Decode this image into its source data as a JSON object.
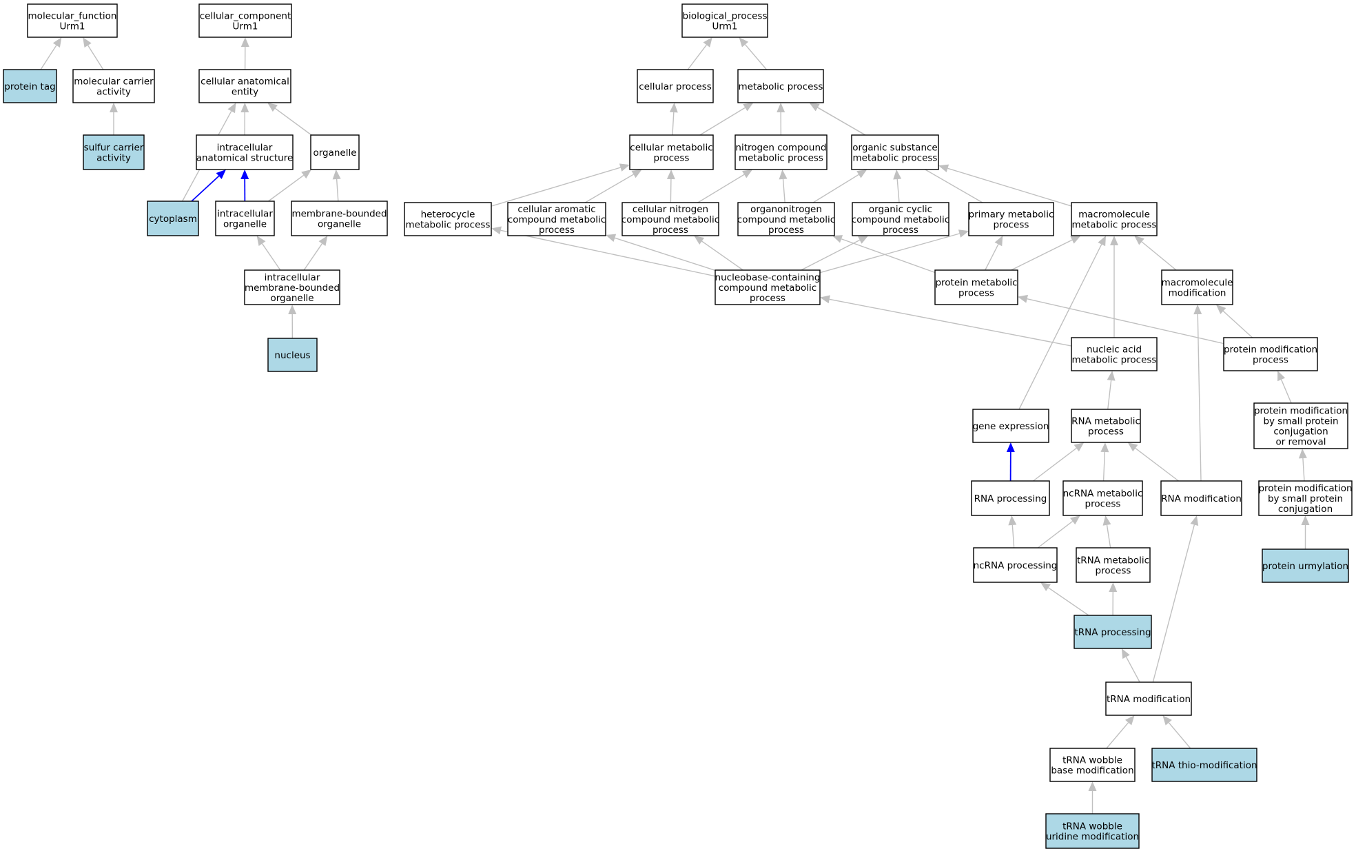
{
  "colors": {
    "highlight_fill": "#add8e6",
    "node_fill": "#ffffff",
    "node_border": "#000000",
    "edge_gray": "#c0c0c0",
    "edge_blue": "#0000ff"
  },
  "nodes": [
    {
      "id": "mf",
      "lines": [
        "molecular_function",
        "Urm1"
      ]
    },
    {
      "id": "cc",
      "lines": [
        "cellular_component",
        "Urm1"
      ]
    },
    {
      "id": "bp",
      "lines": [
        "biological_process",
        "Urm1"
      ]
    },
    {
      "id": "ptag",
      "lines": [
        "protein tag"
      ],
      "highlight": true
    },
    {
      "id": "mca",
      "lines": [
        "molecular carrier",
        "activity"
      ]
    },
    {
      "id": "sca",
      "lines": [
        "sulfur carrier",
        "activity"
      ],
      "highlight": true
    },
    {
      "id": "cae",
      "lines": [
        "cellular anatomical",
        "entity"
      ]
    },
    {
      "id": "ias",
      "lines": [
        "intracellular",
        "anatomical structure"
      ]
    },
    {
      "id": "org",
      "lines": [
        "organelle"
      ]
    },
    {
      "id": "cyt",
      "lines": [
        "cytoplasm"
      ],
      "highlight": true
    },
    {
      "id": "io",
      "lines": [
        "intracellular",
        "organelle"
      ]
    },
    {
      "id": "mbo",
      "lines": [
        "membrane-bounded",
        "organelle"
      ]
    },
    {
      "id": "imbo",
      "lines": [
        "intracellular",
        "membrane-bounded",
        "organelle"
      ]
    },
    {
      "id": "nuc",
      "lines": [
        "nucleus"
      ],
      "highlight": true
    },
    {
      "id": "cp",
      "lines": [
        "cellular process"
      ]
    },
    {
      "id": "mp",
      "lines": [
        "metabolic process"
      ]
    },
    {
      "id": "cmp",
      "lines": [
        "cellular metabolic",
        "process"
      ]
    },
    {
      "id": "ncmp",
      "lines": [
        "nitrogen compound",
        "metabolic process"
      ]
    },
    {
      "id": "osmp",
      "lines": [
        "organic substance",
        "metabolic process"
      ]
    },
    {
      "id": "hmp",
      "lines": [
        "heterocycle",
        "metabolic process"
      ]
    },
    {
      "id": "cacmp",
      "lines": [
        "cellular aromatic",
        "compound metabolic",
        "process"
      ]
    },
    {
      "id": "cncmp",
      "lines": [
        "cellular nitrogen",
        "compound metabolic",
        "process"
      ]
    },
    {
      "id": "oncmp",
      "lines": [
        "organonitrogen",
        "compound metabolic",
        "process"
      ]
    },
    {
      "id": "occmp",
      "lines": [
        "organic cyclic",
        "compound metabolic",
        "process"
      ]
    },
    {
      "id": "pmp",
      "lines": [
        "primary metabolic",
        "process"
      ]
    },
    {
      "id": "macmp",
      "lines": [
        "macromolecule",
        "metabolic process"
      ]
    },
    {
      "id": "nbccmp",
      "lines": [
        "nucleobase-containing",
        "compound metabolic",
        "process"
      ]
    },
    {
      "id": "protmp",
      "lines": [
        "protein metabolic",
        "process"
      ]
    },
    {
      "id": "macmod",
      "lines": [
        "macromolecule",
        "modification"
      ]
    },
    {
      "id": "namp",
      "lines": [
        "nucleic acid",
        "metabolic process"
      ]
    },
    {
      "id": "pmodp",
      "lines": [
        "protein modification",
        "process"
      ]
    },
    {
      "id": "ge",
      "lines": [
        "gene expression"
      ]
    },
    {
      "id": "rnamp",
      "lines": [
        "RNA metabolic",
        "process"
      ]
    },
    {
      "id": "pmsp",
      "lines": [
        "protein modification",
        "by small protein",
        "conjugation",
        "or removal"
      ]
    },
    {
      "id": "rnap",
      "lines": [
        "RNA processing"
      ]
    },
    {
      "id": "ncrnamp",
      "lines": [
        "ncRNA metabolic",
        "process"
      ]
    },
    {
      "id": "rnamod",
      "lines": [
        "RNA modification"
      ]
    },
    {
      "id": "pmspc",
      "lines": [
        "protein modification",
        "by small protein",
        "conjugation"
      ]
    },
    {
      "id": "ncrnap",
      "lines": [
        "ncRNA processing"
      ]
    },
    {
      "id": "trnamp",
      "lines": [
        "tRNA metabolic",
        "process"
      ]
    },
    {
      "id": "purm",
      "lines": [
        "protein urmylation"
      ],
      "highlight": true
    },
    {
      "id": "trnap",
      "lines": [
        "tRNA processing"
      ],
      "highlight": true
    },
    {
      "id": "trnamod",
      "lines": [
        "tRNA modification"
      ]
    },
    {
      "id": "twbm",
      "lines": [
        "tRNA wobble",
        "base modification"
      ]
    },
    {
      "id": "ttm",
      "lines": [
        "tRNA thio-modification"
      ],
      "highlight": true
    },
    {
      "id": "twum",
      "lines": [
        "tRNA wobble",
        "uridine modification"
      ],
      "highlight": true
    }
  ],
  "edges": [
    {
      "from": "ptag",
      "to": "mf"
    },
    {
      "from": "mca",
      "to": "mf"
    },
    {
      "from": "sca",
      "to": "mca"
    },
    {
      "from": "cae",
      "to": "cc"
    },
    {
      "from": "ias",
      "to": "cae"
    },
    {
      "from": "org",
      "to": "cae"
    },
    {
      "from": "cyt",
      "to": "cae"
    },
    {
      "from": "cyt",
      "to": "ias",
      "color": "blue"
    },
    {
      "from": "io",
      "to": "ias",
      "color": "blue"
    },
    {
      "from": "io",
      "to": "org"
    },
    {
      "from": "mbo",
      "to": "org"
    },
    {
      "from": "imbo",
      "to": "io"
    },
    {
      "from": "imbo",
      "to": "mbo"
    },
    {
      "from": "nuc",
      "to": "imbo"
    },
    {
      "from": "cp",
      "to": "bp"
    },
    {
      "from": "mp",
      "to": "bp"
    },
    {
      "from": "cmp",
      "to": "cp"
    },
    {
      "from": "cmp",
      "to": "mp"
    },
    {
      "from": "ncmp",
      "to": "mp"
    },
    {
      "from": "osmp",
      "to": "mp"
    },
    {
      "from": "pmp",
      "to": "mp"
    },
    {
      "from": "hmp",
      "to": "cmp"
    },
    {
      "from": "cacmp",
      "to": "cmp"
    },
    {
      "from": "cncmp",
      "to": "cmp"
    },
    {
      "from": "cncmp",
      "to": "ncmp"
    },
    {
      "from": "oncmp",
      "to": "ncmp"
    },
    {
      "from": "oncmp",
      "to": "osmp"
    },
    {
      "from": "occmp",
      "to": "osmp"
    },
    {
      "from": "macmp",
      "to": "osmp"
    },
    {
      "from": "nbccmp",
      "to": "hmp"
    },
    {
      "from": "nbccmp",
      "to": "cacmp"
    },
    {
      "from": "nbccmp",
      "to": "cncmp"
    },
    {
      "from": "nbccmp",
      "to": "occmp"
    },
    {
      "from": "nbccmp",
      "to": "pmp"
    },
    {
      "from": "protmp",
      "to": "oncmp"
    },
    {
      "from": "protmp",
      "to": "pmp"
    },
    {
      "from": "protmp",
      "to": "macmp"
    },
    {
      "from": "macmod",
      "to": "macmp"
    },
    {
      "from": "namp",
      "to": "macmp"
    },
    {
      "from": "namp",
      "to": "nbccmp"
    },
    {
      "from": "ge",
      "to": "macmp"
    },
    {
      "from": "pmodp",
      "to": "macmod"
    },
    {
      "from": "pmodp",
      "to": "protmp"
    },
    {
      "from": "rnamp",
      "to": "namp"
    },
    {
      "from": "pmsp",
      "to": "pmodp"
    },
    {
      "from": "rnap",
      "to": "ge",
      "color": "blue"
    },
    {
      "from": "rnap",
      "to": "rnamp"
    },
    {
      "from": "ncrnamp",
      "to": "rnamp"
    },
    {
      "from": "rnamod",
      "to": "rnamp"
    },
    {
      "from": "rnamod",
      "to": "macmod"
    },
    {
      "from": "pmspc",
      "to": "pmsp"
    },
    {
      "from": "ncrnap",
      "to": "rnap"
    },
    {
      "from": "ncrnap",
      "to": "ncrnamp"
    },
    {
      "from": "trnamp",
      "to": "ncrnamp"
    },
    {
      "from": "purm",
      "to": "pmspc"
    },
    {
      "from": "trnap",
      "to": "ncrnap"
    },
    {
      "from": "trnap",
      "to": "trnamp"
    },
    {
      "from": "trnamod",
      "to": "trnap"
    },
    {
      "from": "trnamod",
      "to": "rnamod"
    },
    {
      "from": "twbm",
      "to": "trnamod"
    },
    {
      "from": "ttm",
      "to": "trnamod"
    },
    {
      "from": "twum",
      "to": "twbm"
    }
  ]
}
